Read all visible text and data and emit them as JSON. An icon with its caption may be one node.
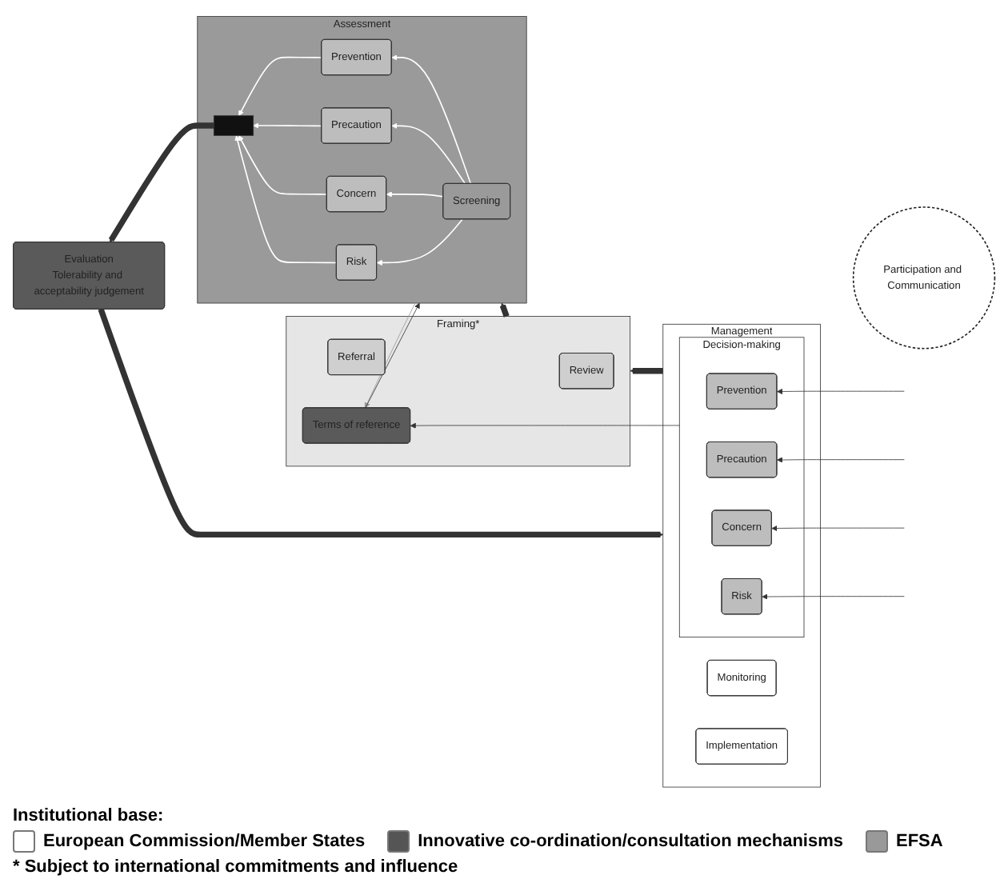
{
  "diagram": {
    "nodes": [
      {
        "text": [
          "Management"
        ]
      },
      {
        "text": [
          "Monitoring"
        ],
        "in": 0
      },
      {
        "text": [
          "Implementation"
        ],
        "in": 0
      },
      {
        "text": [
          "Decision-making"
        ],
        "in": 0
      },
      {
        "text": [
          "Prevention"
        ],
        "in": 3
      },
      {
        "text": [
          "Precaution"
        ],
        "in": 3
      },
      {
        "text": [
          "Concern"
        ],
        "in": 3
      },
      {
        "text": [
          "Risk"
        ],
        "in": 3
      },
      {
        "text": [
          "Framing*"
        ]
      },
      {
        "text": [
          "Review"
        ],
        "in": 8
      },
      {
        "text": [
          "Referral"
        ],
        "in": 8
      },
      {
        "text": [
          "Terms of reference"
        ],
        "in": 8
      },
      {
        "text": [
          "Assessment"
        ]
      },
      {
        "text": [
          "Screening"
        ],
        "in": 12
      },
      {
        "text": [
          "Prevention"
        ],
        "in": 12
      },
      {
        "text": [
          "Precaution"
        ],
        "in": 12
      },
      {
        "text": [
          "Concern"
        ],
        "in": 12
      },
      {
        "text": [
          "Risk"
        ],
        "in": 12
      },
      {
        "text": [],
        "shape": "bar",
        "in": 12
      },
      {
        "text": [
          "Evaluation",
          "Tolerability and acceptability judgement"
        ]
      },
      {
        "text": [
          "Participation and Communication"
        ]
      }
    ],
    "edges": [
      {
        "from": 0,
        "to": 8,
        "arrow": "to",
        "style": "thick"
      },
      {
        "from": 8,
        "to": 12,
        "arrow": "to",
        "style": "thick"
      },
      {
        "from": 13,
        "to": 11,
        "arrow": "to",
        "color": "#999999"
      },
      {
        "from": 11,
        "to": 12,
        "arrow": "to"
      },
      {
        "from": 3,
        "to": 11,
        "arrow": "to"
      },
      {
        "from": 13,
        "to": 14,
        "arrow": "to",
        "color": "#ffffff"
      },
      {
        "from": 13,
        "to": 15,
        "arrow": "to",
        "color": "#ffffff"
      },
      {
        "from": 13,
        "to": 16,
        "arrow": "to",
        "color": "#ffffff"
      },
      {
        "from": 13,
        "to": 17,
        "arrow": "to",
        "color": "#ffffff"
      },
      {
        "from": 14,
        "to": 18,
        "arrow": "to",
        "color": "#ffffff"
      },
      {
        "from": 15,
        "to": 18,
        "arrow": "to",
        "color": "#ffffff"
      },
      {
        "from": 16,
        "to": 18,
        "arrow": "to",
        "color": "#ffffff"
      },
      {
        "from": 17,
        "to": 18,
        "arrow": "to",
        "color": "#ffffff"
      },
      {
        "from": 18,
        "to": 19,
        "arrow": "to",
        "style": "thick"
      },
      {
        "from": 19,
        "to": 0,
        "arrow": "to",
        "style": "thick"
      },
      {
        "from": null,
        "to": 4,
        "arrow": "to"
      },
      {
        "from": null,
        "to": 5,
        "arrow": "to"
      },
      {
        "from": null,
        "to": 6,
        "arrow": "to"
      },
      {
        "from": null,
        "to": 7,
        "arrow": "to"
      }
    ],
    "labels": [
      "Institutional base:",
      "* Subject to international commitments and influence"
    ],
    "legend": [
      {
        "text": "European Commission/Member States",
        "color": "#ffffff"
      },
      {
        "text": "Innovative co-ordination/consultation mechanisms",
        "color": "#555555"
      },
      {
        "text": "EFSA",
        "color": "#999999"
      }
    ]
  }
}
